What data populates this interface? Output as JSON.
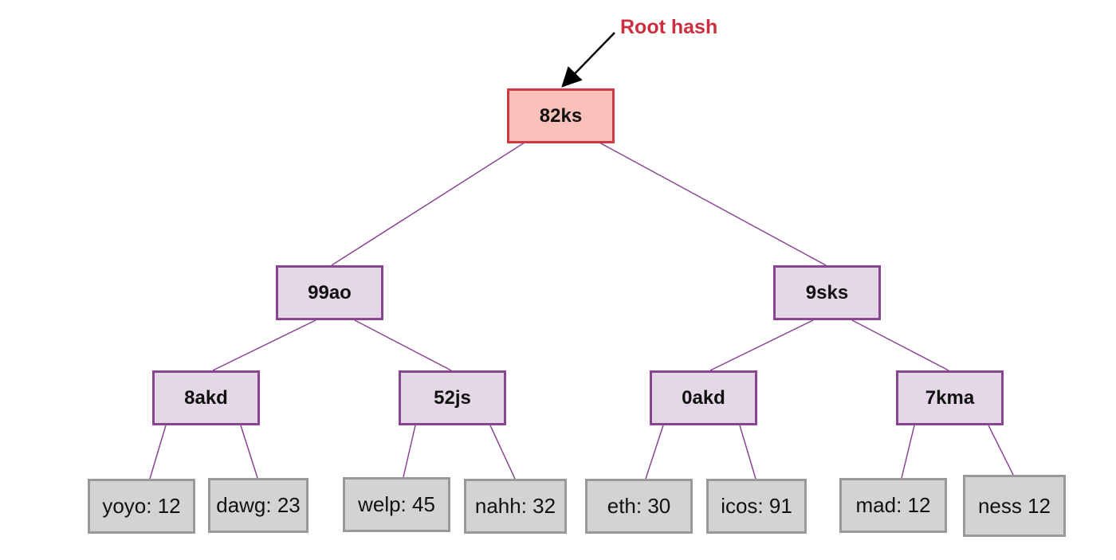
{
  "callout": {
    "label": "Root hash",
    "color": "#cc2f3e"
  },
  "colors": {
    "root_fill": "#f9c1b9",
    "root_border": "#cc3a44",
    "internal_fill": "#e4d8e7",
    "internal_border": "#8a4592",
    "leaf_fill": "#d3d3d3",
    "leaf_border": "#999999",
    "edge": "#8a4592"
  },
  "tree": {
    "root": "82ks",
    "level1": [
      "99ao",
      "9sks"
    ],
    "level2": [
      "8akd",
      "52js",
      "0akd",
      "7kma"
    ],
    "leaves": [
      "yoyo: 12",
      "dawg: 23",
      "welp: 45",
      "nahh: 32",
      "eth: 30",
      "icos: 91",
      "mad: 12",
      "ness 12"
    ]
  }
}
